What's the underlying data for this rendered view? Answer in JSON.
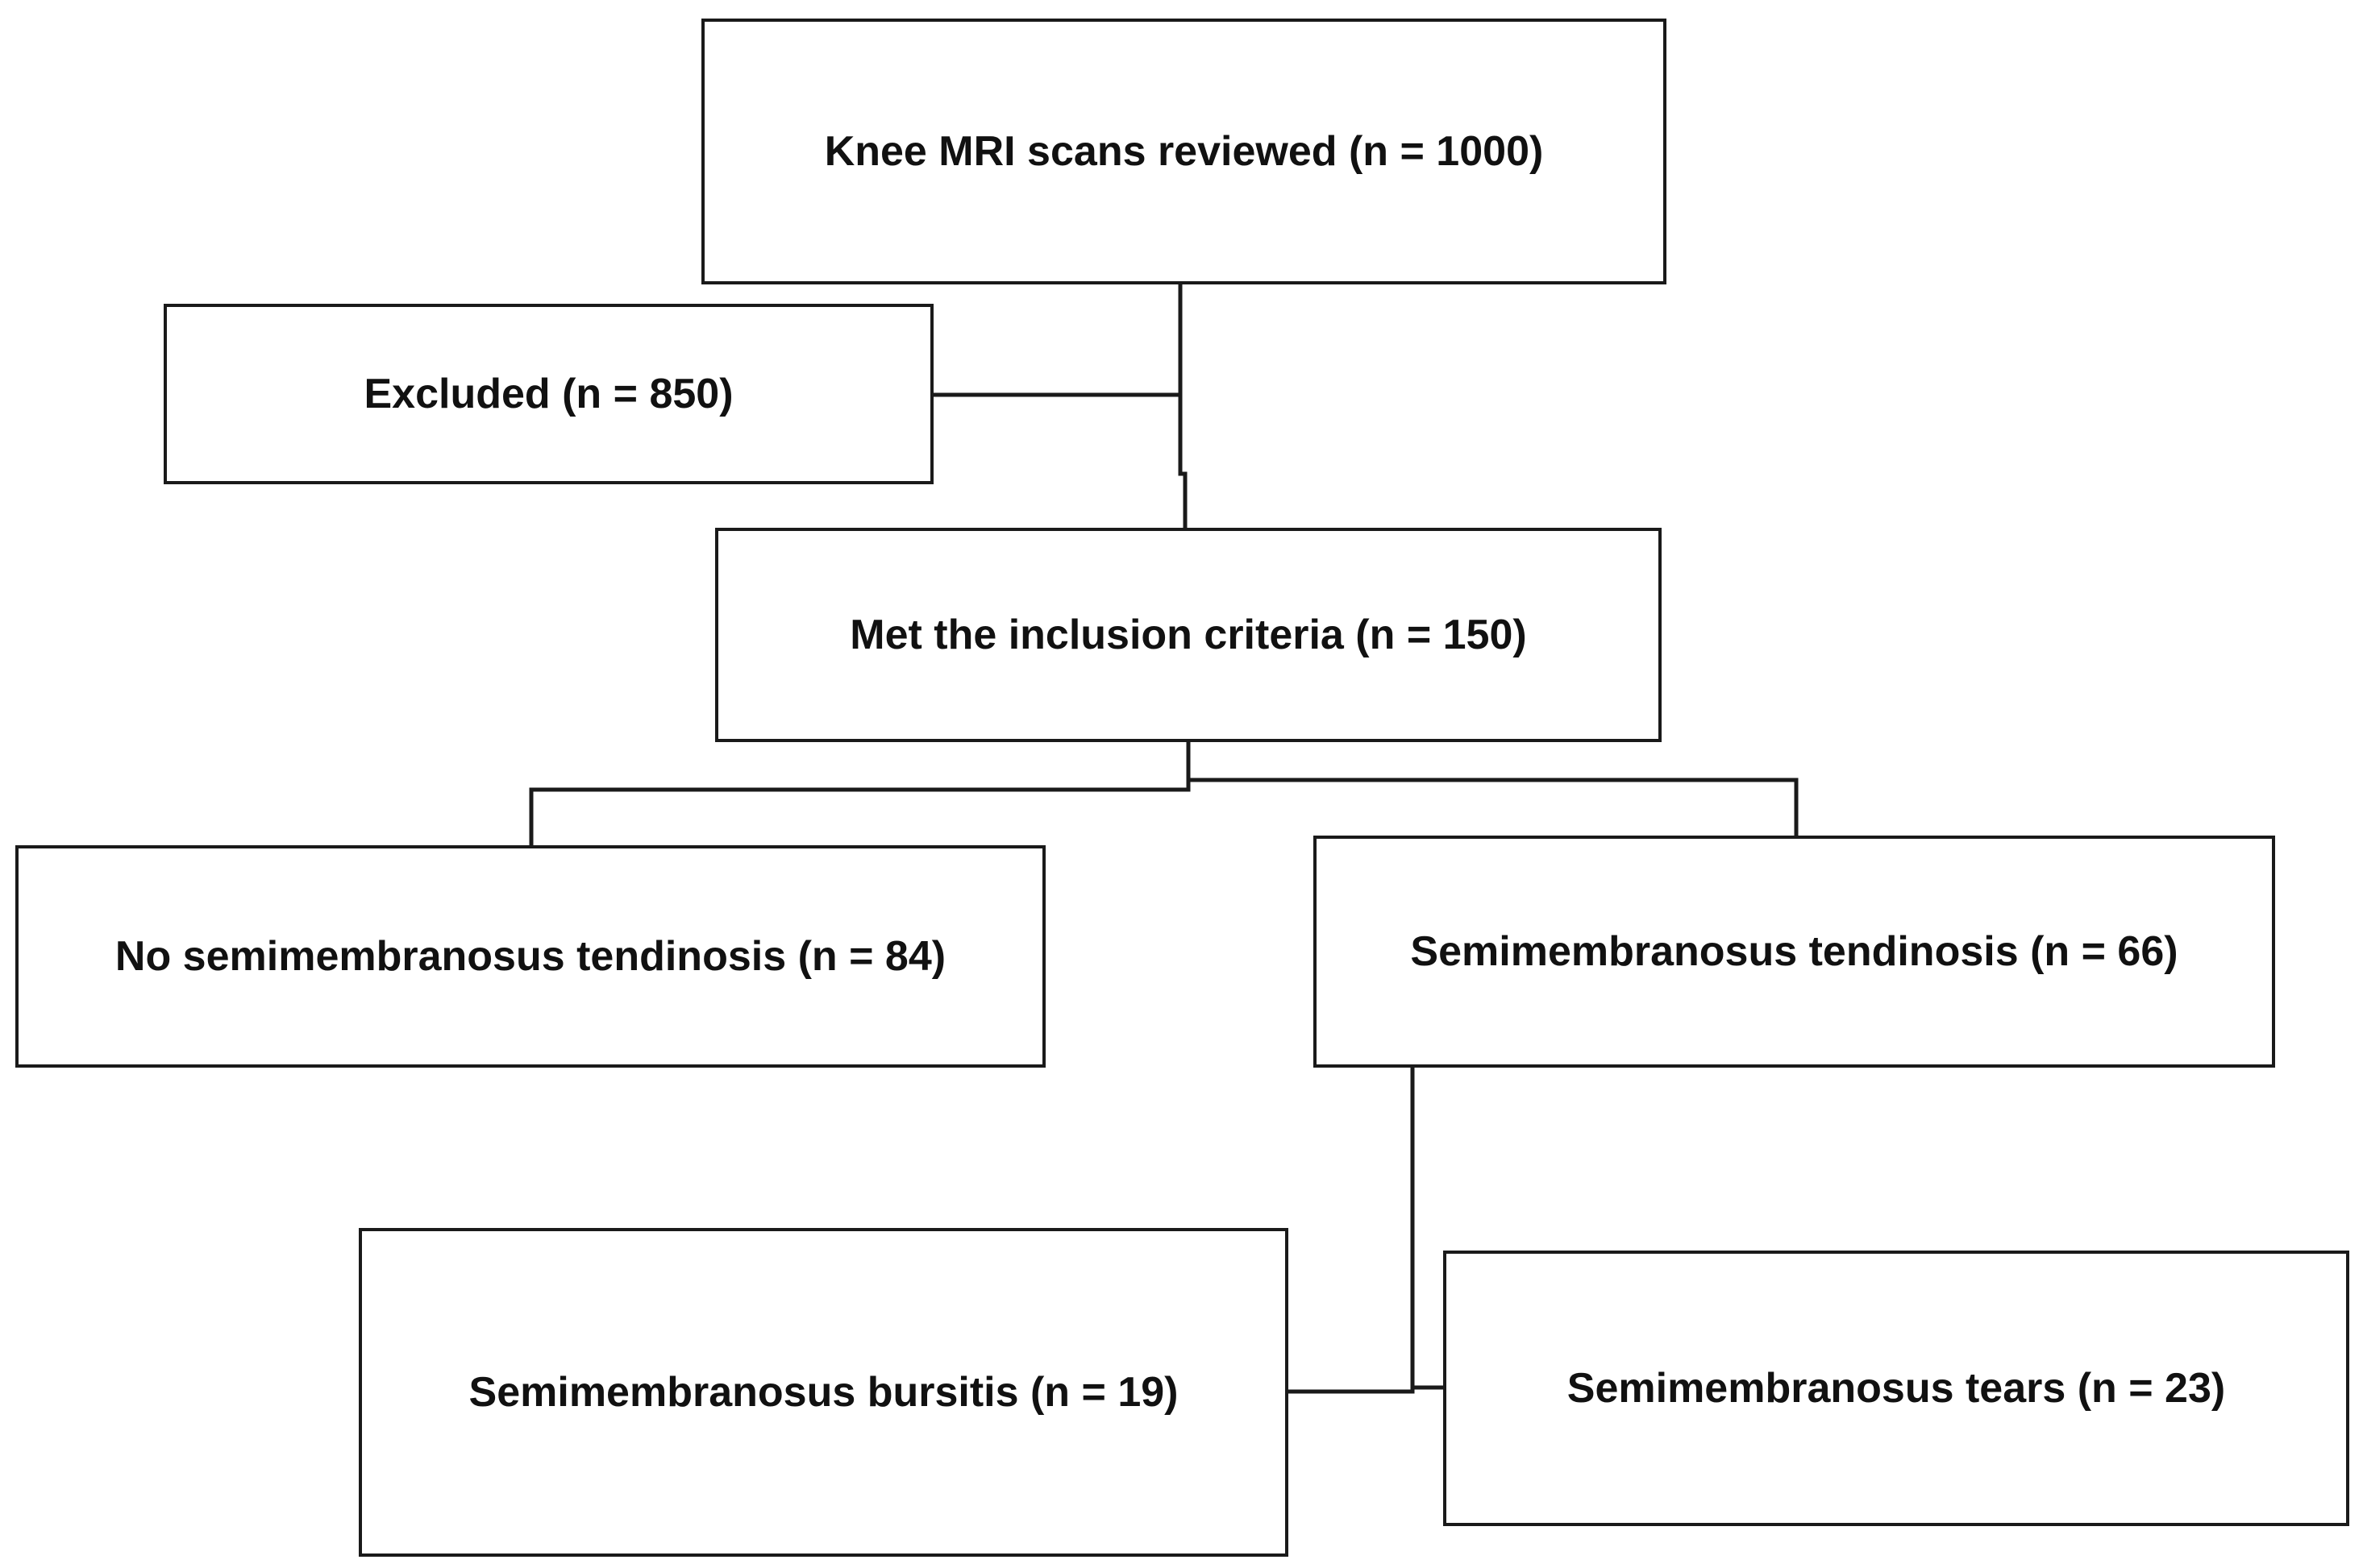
{
  "boxes": {
    "reviewed": "Knee MRI scans reviewed (n = 1000)",
    "excluded": "Excluded (n = 850)",
    "included": "Met the inclusion criteria (n = 150)",
    "no_tendinosis": "No semimembranosus tendinosis (n = 84)",
    "tendinosis": "Semimembranosus tendinosis (n = 66)",
    "bursitis": "Semimembranosus bursitis (n = 19)",
    "tears": "Semimembranosus tears (n = 23)"
  },
  "colors": {
    "border": "#1a1a1a",
    "text": "#111111",
    "background": "#ffffff"
  }
}
